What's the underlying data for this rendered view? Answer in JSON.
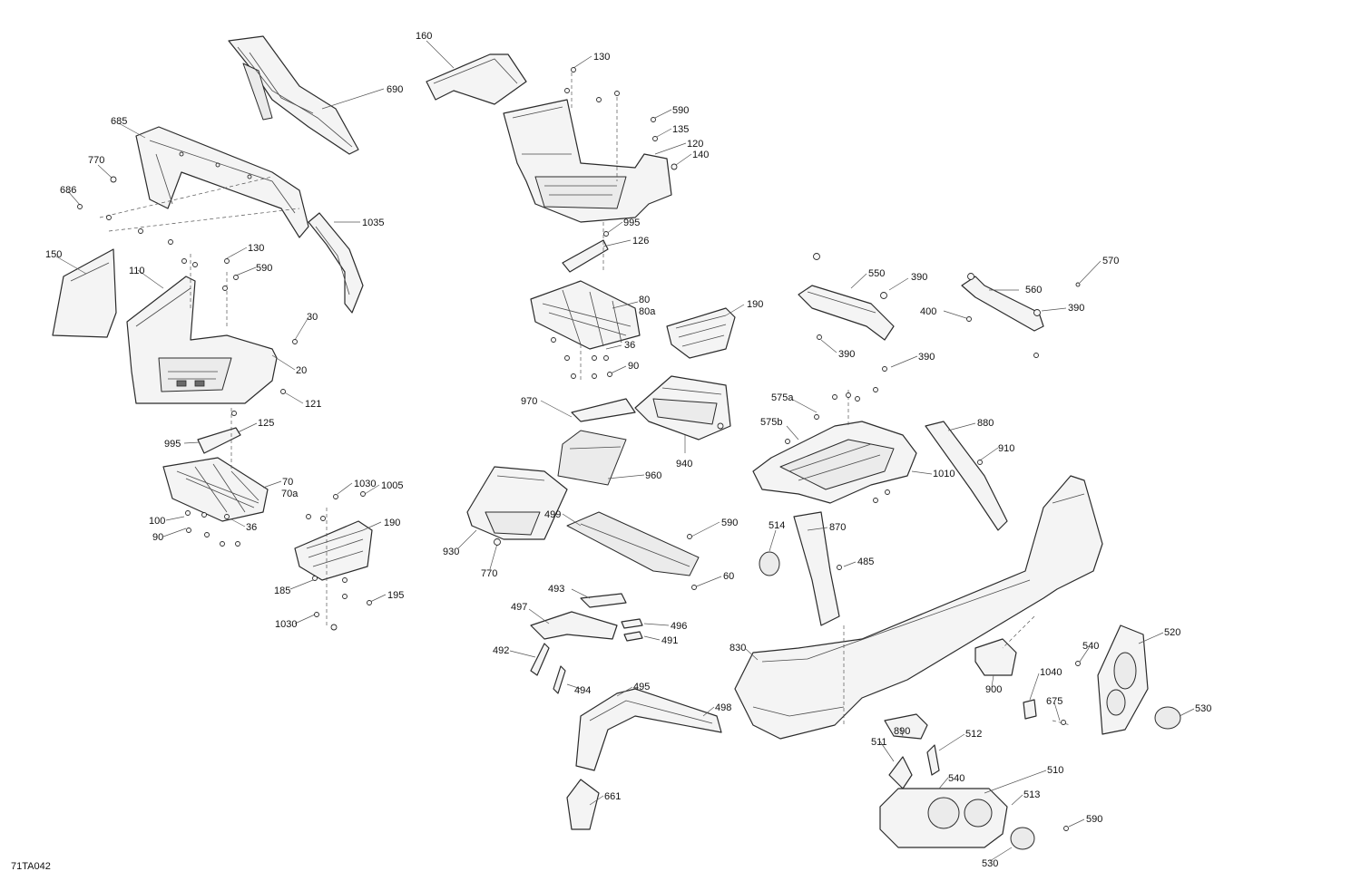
{
  "diagram_ref": "71TA042",
  "callouts": [
    "160",
    "130",
    "690",
    "590",
    "135",
    "120",
    "140",
    "685",
    "770",
    "686",
    "995",
    "126",
    "1035",
    "150",
    "130",
    "590",
    "110",
    "80",
    "80a",
    "190",
    "36",
    "30",
    "90",
    "20",
    "121",
    "550",
    "390",
    "560",
    "570",
    "400",
    "390",
    "390",
    "390",
    "970",
    "940",
    "575a",
    "575b",
    "1010",
    "125",
    "995",
    "880",
    "910",
    "70",
    "70a",
    "1030",
    "1005",
    "960",
    "100",
    "36",
    "90",
    "190",
    "499",
    "590",
    "514",
    "870",
    "930",
    "770",
    "485",
    "185",
    "60",
    "195",
    "493",
    "1030",
    "497",
    "496",
    "491",
    "492",
    "830",
    "520",
    "540",
    "900",
    "1040",
    "494",
    "495",
    "498",
    "675",
    "530",
    "890",
    "512",
    "511",
    "540",
    "510",
    "513",
    "590",
    "661",
    "530"
  ],
  "colors": {
    "line": "#2b2b2b",
    "fill": "#f4f4f4",
    "background": "#ffffff"
  }
}
